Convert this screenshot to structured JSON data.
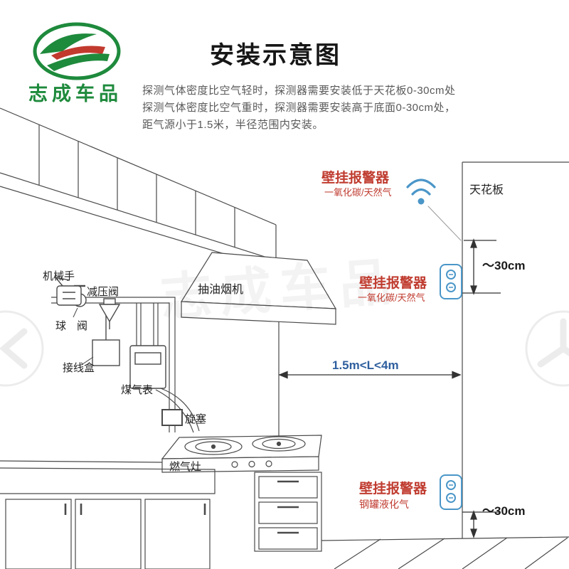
{
  "brand": {
    "name": "志成车品"
  },
  "header": {
    "title": "安装示意图",
    "desc_line1": "探测气体密度比空气轻时，探测器需要安装低于天花板0-30cm处",
    "desc_line2": "探测气体密度比空气重时，探测器需要安装高于底面0-30cm处，",
    "desc_line3": "距气源小于1.5米，半径范围内安装。"
  },
  "diagram": {
    "ceiling": "天花板",
    "mechanical_hand": "机械手",
    "pressure_valve": "减压阀",
    "ball_valve": "球　阀",
    "junction_box": "接线盒",
    "gas_meter": "煤气表",
    "plug_valve": "旋塞",
    "gas_stove": "燃气灶",
    "range_hood": "抽油烟机",
    "alarm_top": {
      "title": "壁挂报警器",
      "subtitle": "一氧化碳/天然气"
    },
    "alarm_mid": {
      "title": "壁挂报警器",
      "subtitle": "一氧化碳/天然气"
    },
    "alarm_bottom": {
      "title": "壁挂报警器",
      "subtitle": "钢罐液化气"
    },
    "dim_top": "～30cm",
    "dim_bottom": "～30cm",
    "dim_distance": "1.5m<L<4m"
  },
  "watermark": {
    "text": "志成车品"
  },
  "colors": {
    "brand_green": "#1e8a3c",
    "alarm_red": "#c03c30",
    "device_blue": "#4a96c8",
    "distance_blue": "#2e5f9e",
    "line_gray": "#4a4a4a",
    "desc_gray": "#595959"
  }
}
